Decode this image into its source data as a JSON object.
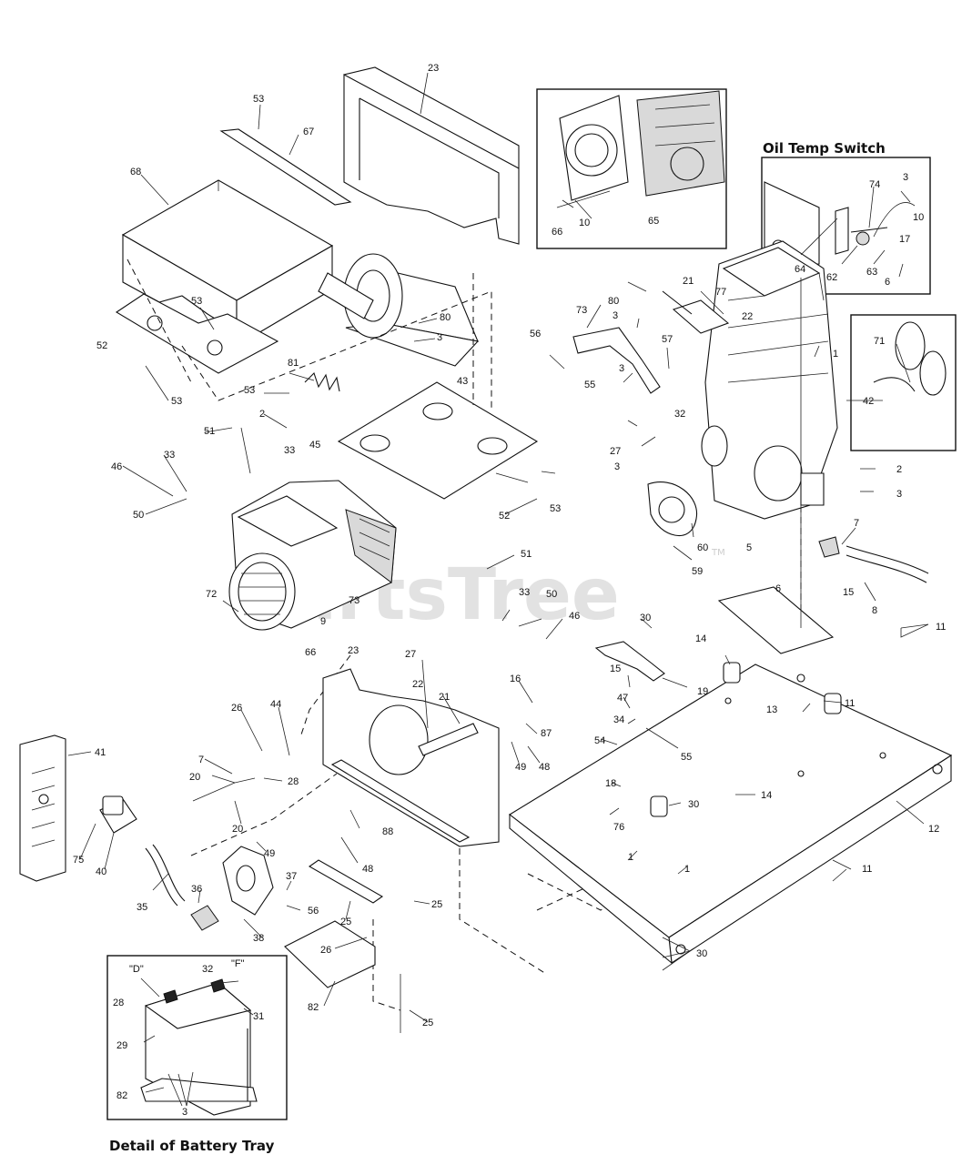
{
  "titles": {
    "oil_temp_switch": "Oil Temp Switch",
    "battery_tray": "Detail of Battery Tray"
  },
  "watermark": {
    "text": "PartsTree",
    "tm": "TM"
  },
  "callouts": [
    {
      "id": "c23a",
      "text": "23"
    },
    {
      "id": "c53a",
      "text": "53"
    },
    {
      "id": "c67",
      "text": "67"
    },
    {
      "id": "c68",
      "text": "68"
    },
    {
      "id": "c53b",
      "text": "53"
    },
    {
      "id": "c52a",
      "text": "52"
    },
    {
      "id": "c53c",
      "text": "53"
    },
    {
      "id": "c80a",
      "text": "80"
    },
    {
      "id": "c3a",
      "text": "3"
    },
    {
      "id": "c43",
      "text": "43"
    },
    {
      "id": "c81",
      "text": "81"
    },
    {
      "id": "c53d",
      "text": "53"
    },
    {
      "id": "c2a",
      "text": "2"
    },
    {
      "id": "c33a",
      "text": "33"
    },
    {
      "id": "c45",
      "text": "45"
    },
    {
      "id": "c51a",
      "text": "51"
    },
    {
      "id": "c33b",
      "text": "33"
    },
    {
      "id": "c46a",
      "text": "46"
    },
    {
      "id": "c50a",
      "text": "50"
    },
    {
      "id": "c52b",
      "text": "52"
    },
    {
      "id": "c53e",
      "text": "53"
    },
    {
      "id": "c72",
      "text": "72"
    },
    {
      "id": "c66a",
      "text": "66"
    },
    {
      "id": "c73a",
      "text": "73"
    },
    {
      "id": "c9",
      "text": "9"
    },
    {
      "id": "c51b",
      "text": "51"
    },
    {
      "id": "c33c",
      "text": "33"
    },
    {
      "id": "c50b",
      "text": "50"
    },
    {
      "id": "c46b",
      "text": "46"
    },
    {
      "id": "c27a",
      "text": "27"
    },
    {
      "id": "c66b",
      "text": "66"
    },
    {
      "id": "c10a",
      "text": "10"
    },
    {
      "id": "c65",
      "text": "65"
    },
    {
      "id": "c74",
      "text": "74"
    },
    {
      "id": "c3b",
      "text": "3"
    },
    {
      "id": "c10b",
      "text": "10"
    },
    {
      "id": "c17",
      "text": "17"
    },
    {
      "id": "c64",
      "text": "64"
    },
    {
      "id": "c62",
      "text": "62"
    },
    {
      "id": "c63",
      "text": "63"
    },
    {
      "id": "c6a",
      "text": "6"
    },
    {
      "id": "c21a",
      "text": "21"
    },
    {
      "id": "c77",
      "text": "77"
    },
    {
      "id": "c80b",
      "text": "80"
    },
    {
      "id": "c3c",
      "text": "3"
    },
    {
      "id": "c73b",
      "text": "73"
    },
    {
      "id": "c56a",
      "text": "56"
    },
    {
      "id": "c57",
      "text": "57"
    },
    {
      "id": "c22a",
      "text": "22"
    },
    {
      "id": "c55a",
      "text": "55"
    },
    {
      "id": "c3d",
      "text": "3"
    },
    {
      "id": "c1a",
      "text": "1"
    },
    {
      "id": "c71",
      "text": "71"
    },
    {
      "id": "c42",
      "text": "42"
    },
    {
      "id": "c27b",
      "text": "27"
    },
    {
      "id": "c3e",
      "text": "3"
    },
    {
      "id": "c32a",
      "text": "32"
    },
    {
      "id": "c2b",
      "text": "2"
    },
    {
      "id": "c3f",
      "text": "3"
    },
    {
      "id": "c60",
      "text": "60"
    },
    {
      "id": "c5",
      "text": "5"
    },
    {
      "id": "c59",
      "text": "59"
    },
    {
      "id": "c7a",
      "text": "7"
    },
    {
      "id": "c8",
      "text": "8"
    },
    {
      "id": "c6b",
      "text": "6"
    },
    {
      "id": "c15a",
      "text": "15"
    },
    {
      "id": "c11a",
      "text": "11"
    },
    {
      "id": "c30a",
      "text": "30"
    },
    {
      "id": "c14a",
      "text": "14"
    },
    {
      "id": "c19",
      "text": "19"
    },
    {
      "id": "c15b",
      "text": "15"
    },
    {
      "id": "c47",
      "text": "47"
    },
    {
      "id": "c34",
      "text": "34"
    },
    {
      "id": "c13",
      "text": "13"
    },
    {
      "id": "c11b",
      "text": "11"
    },
    {
      "id": "c54",
      "text": "54"
    },
    {
      "id": "c55b",
      "text": "55"
    },
    {
      "id": "c18",
      "text": "18"
    },
    {
      "id": "c30b",
      "text": "30"
    },
    {
      "id": "c14b",
      "text": "14"
    },
    {
      "id": "c76",
      "text": "76"
    },
    {
      "id": "c12",
      "text": "12"
    },
    {
      "id": "c11c",
      "text": "11"
    },
    {
      "id": "c30c",
      "text": "30"
    },
    {
      "id": "c23b",
      "text": "23"
    },
    {
      "id": "c22b",
      "text": "22"
    },
    {
      "id": "c21b",
      "text": "21"
    },
    {
      "id": "c16",
      "text": "16"
    },
    {
      "id": "c87",
      "text": "87"
    },
    {
      "id": "c49a",
      "text": "49"
    },
    {
      "id": "c48a",
      "text": "48"
    },
    {
      "id": "c26a",
      "text": "26"
    },
    {
      "id": "c44",
      "text": "44"
    },
    {
      "id": "c7b",
      "text": "7"
    },
    {
      "id": "c20a",
      "text": "20"
    },
    {
      "id": "c28a",
      "text": "28"
    },
    {
      "id": "c20b",
      "text": "20"
    },
    {
      "id": "c88",
      "text": "88"
    },
    {
      "id": "c41",
      "text": "41"
    },
    {
      "id": "c75",
      "text": "75"
    },
    {
      "id": "c40",
      "text": "40"
    },
    {
      "id": "c49b",
      "text": "49"
    },
    {
      "id": "c48b",
      "text": "48"
    },
    {
      "id": "c35",
      "text": "35"
    },
    {
      "id": "c36",
      "text": "36"
    },
    {
      "id": "c37",
      "text": "37"
    },
    {
      "id": "c56b",
      "text": "56"
    },
    {
      "id": "c38",
      "text": "38"
    },
    {
      "id": "c25a",
      "text": "25"
    },
    {
      "id": "c25b",
      "text": "25"
    },
    {
      "id": "c26b",
      "text": "26"
    },
    {
      "id": "c82a",
      "text": "82"
    },
    {
      "id": "c25c",
      "text": "25"
    },
    {
      "id": "c1b",
      "text": "1"
    },
    {
      "id": "c1c",
      "text": "1"
    },
    {
      "id": "cD",
      "text": "\"D\""
    },
    {
      "id": "c32b",
      "text": "32"
    },
    {
      "id": "cF",
      "text": "\"F\""
    },
    {
      "id": "c28b",
      "text": "28"
    },
    {
      "id": "c31",
      "text": "31"
    },
    {
      "id": "c29",
      "text": "29"
    },
    {
      "id": "c82b",
      "text": "82"
    },
    {
      "id": "c3g",
      "text": "3"
    }
  ]
}
